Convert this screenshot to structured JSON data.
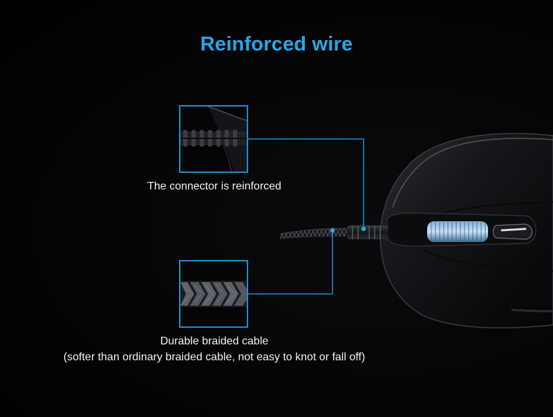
{
  "title": "Reinforced wire",
  "callouts": [
    {
      "caption": "The connector is reinforced"
    },
    {
      "caption_line1": "Durable braided cable",
      "caption_line2": "(softer than ordinary braided cable, not easy to knot or fall off)"
    }
  ],
  "colors": {
    "accent": "#2aa7e6",
    "frame": "#1d8fd6",
    "background": "#000000"
  }
}
